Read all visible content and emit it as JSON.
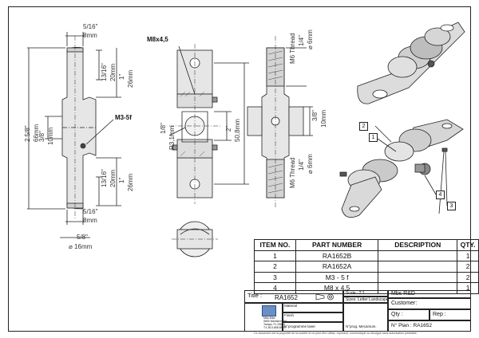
{
  "dimensions": {
    "top_width": "5/16\"",
    "top_width_mm": "8mm",
    "bottom_width": "5/16\"",
    "bottom_width_mm": "8mm",
    "diameter": "5/8\"",
    "diameter_mm": "⌀ 16mm",
    "upper_13_16": "13/16\"",
    "upper_20": "20mm",
    "upper_1": "1\"",
    "upper_26": "26mm",
    "overall": "2 5/8\"",
    "overall_mm": "66mm",
    "center_3_8": "3/8\"",
    "center_10": "10mm",
    "lower_13_16": "13/16\"",
    "lower_20": "20mm",
    "lower_1": "1\"",
    "lower_26": "26mm",
    "setscrew": "M3-5f",
    "bolt": "M8x4,5",
    "radius_in": "1/8\"",
    "radius_mm": "R3,1mm",
    "center_dist_in": "2\"",
    "center_dist_mm": "50,8mm",
    "thread_top": "M6 Thread",
    "thread_top_in": "1/4\"",
    "thread_top_mm": "⌀ 6mm",
    "side_3_8": "3/8\"",
    "side_10": "10mm",
    "thread_bot": "M6 Thread",
    "thread_bot_in": "1/4\"",
    "thread_bot_mm": "⌀ 6mm"
  },
  "callouts": [
    "2",
    "1",
    "4",
    "3"
  ],
  "bom": {
    "headers": [
      "ITEM NO.",
      "PART NUMBER",
      "DESCRIPTION",
      "QTY."
    ],
    "rows": [
      {
        "item": "1",
        "part": "RA1652B",
        "desc": "",
        "qty": "1"
      },
      {
        "item": "2",
        "part": "RA1652A",
        "desc": "",
        "qty": "2"
      },
      {
        "item": "3",
        "part": "M3 - 5 f",
        "desc": "",
        "qty": "2"
      },
      {
        "item": "4",
        "part": "M8 x 4.5",
        "desc": "",
        "qty": "1"
      }
    ]
  },
  "title_block": {
    "title_label": "Title :",
    "title": "RA1652",
    "company_lines": [
      "Mbs-Mbs",
      "9650 Manberm Rd.",
      "Tampa, FL 33634",
      "T:1-813-658-8525"
    ],
    "material_label": "Material",
    "finish_label": "Finish",
    "prog_laser": "N°programme laser",
    "prog_mech": "N°prog. Mecanium.",
    "scale": "Scale : 2:1",
    "sizes": "Sizes: Letter Landscape",
    "company": "Mbs R&D",
    "customer": "Customer:",
    "qty": "Qty :",
    "rep": "Rep :",
    "plan": "N° Plan : RA1652"
  },
  "footer": "Ce document est la propriété de la société et ne peut être utilisé, reproduit, communiqué ou divulgué sans autorisation préalable."
}
